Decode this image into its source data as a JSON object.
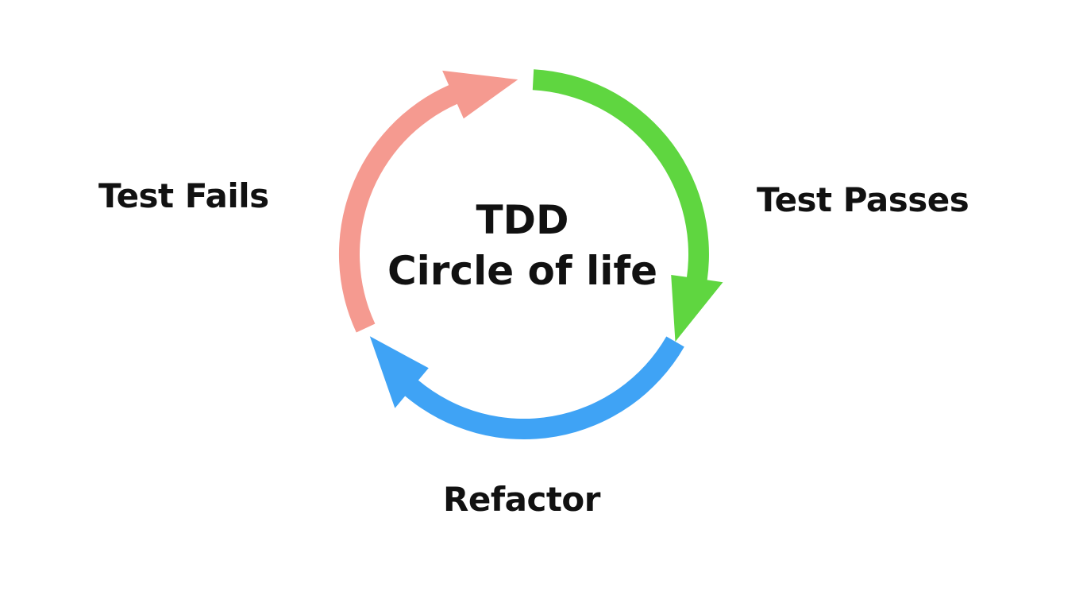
{
  "diagram": {
    "center": {
      "line1": "TDD",
      "line2": "Circle of life"
    },
    "stages": [
      {
        "label": "Test Fails",
        "color": "#f59a90"
      },
      {
        "label": "Test Passes",
        "color": "#5fd640"
      },
      {
        "label": "Refactor",
        "color": "#3fa3f5"
      }
    ],
    "text_color": "#111111"
  }
}
